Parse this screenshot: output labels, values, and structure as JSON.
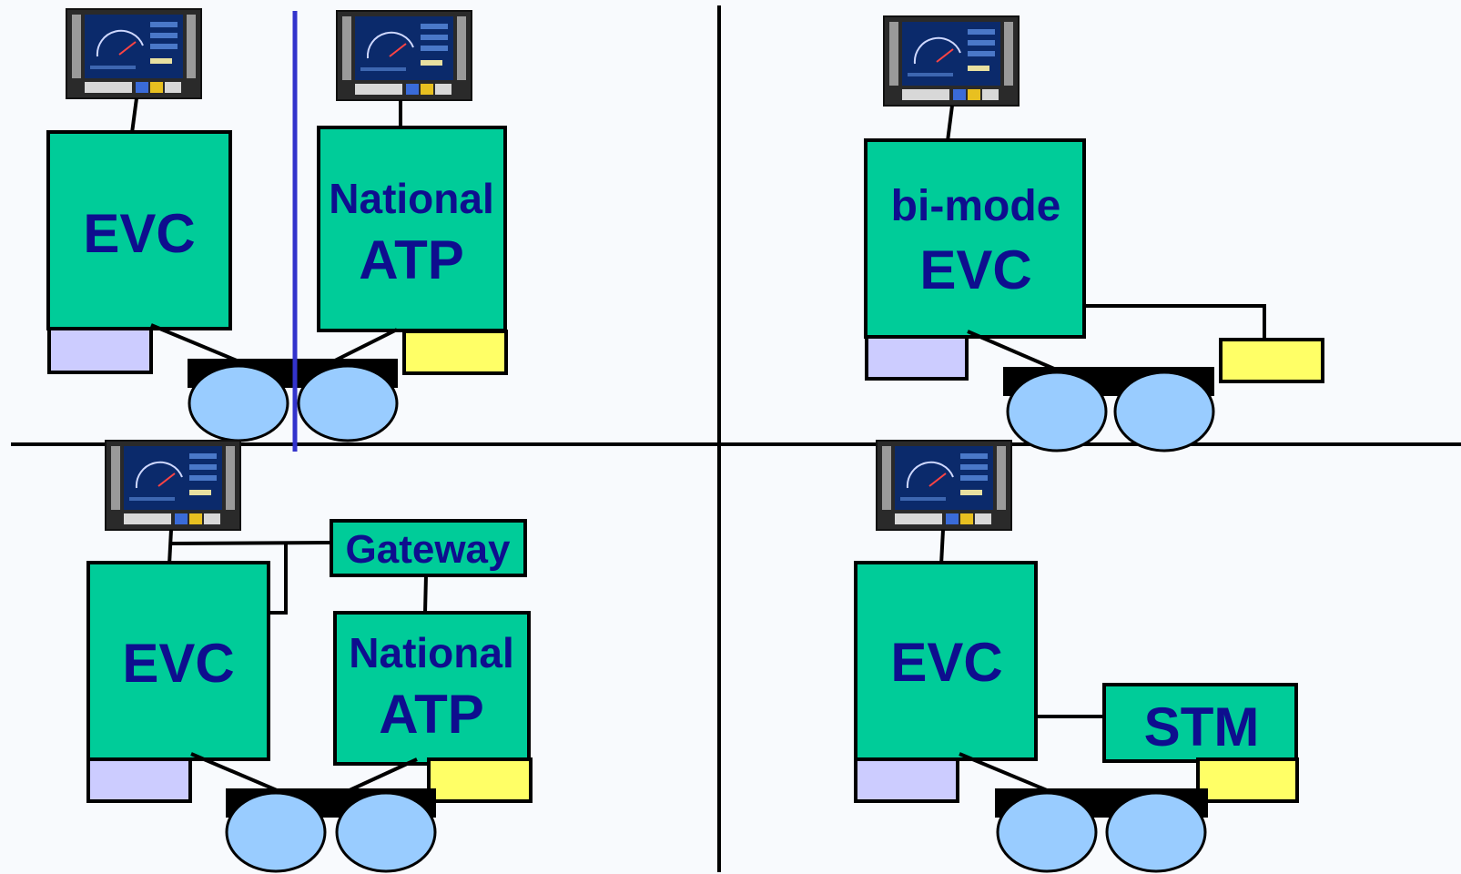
{
  "colors": {
    "box_fill": "#00cc99",
    "label_text": "#0e0e8e",
    "lavender_box": "#ccccff",
    "yellow_box": "#ffff66",
    "wheel": "#99ccff",
    "divider": "#3333cc",
    "background": "#f8fafd"
  },
  "quadrants": {
    "top_left": {
      "evc": {
        "line1": "EVC"
      },
      "national_atp": {
        "line1": "National",
        "line2": "ATP"
      }
    },
    "top_right": {
      "bimode_evc": {
        "line1": "bi-mode",
        "line2": "EVC"
      }
    },
    "bottom_left": {
      "evc": {
        "line1": "EVC"
      },
      "gateway": {
        "label": "Gateway"
      },
      "national_atp": {
        "line1": "National",
        "line2": "ATP"
      }
    },
    "bottom_right": {
      "evc": {
        "line1": "EVC"
      },
      "stm": {
        "label": "STM"
      }
    }
  },
  "icons": {
    "driver_display": "dmi-display-icon",
    "wheel": "wheel-icon"
  }
}
